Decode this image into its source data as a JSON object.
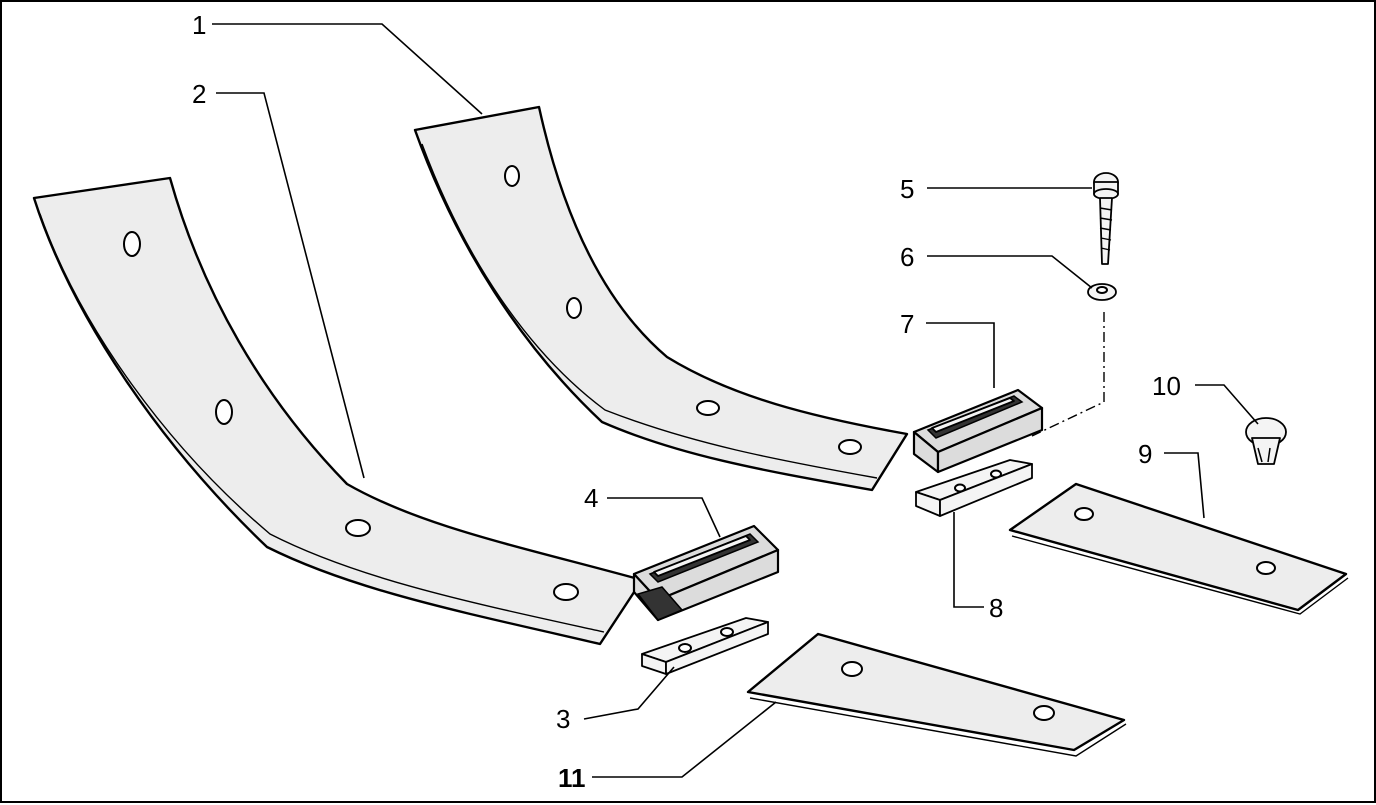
{
  "callouts": [
    {
      "id": "1",
      "label": "1"
    },
    {
      "id": "2",
      "label": "2"
    },
    {
      "id": "3",
      "label": "3"
    },
    {
      "id": "4",
      "label": "4"
    },
    {
      "id": "5",
      "label": "5"
    },
    {
      "id": "6",
      "label": "6"
    },
    {
      "id": "7",
      "label": "7"
    },
    {
      "id": "8",
      "label": "8"
    },
    {
      "id": "9",
      "label": "9"
    },
    {
      "id": "10",
      "label": "10"
    },
    {
      "id": "11",
      "label": "11"
    }
  ],
  "colors": {
    "line": "#000000",
    "background": "#ffffff",
    "fill": "#ededed"
  }
}
